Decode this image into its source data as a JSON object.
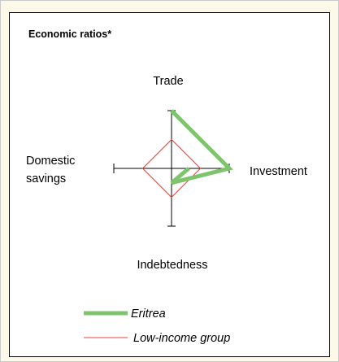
{
  "chart_data": {
    "type": "radar",
    "title": "Economic ratios*",
    "axes": [
      "Trade",
      "Investment",
      "Indebtedness",
      "Domestic savings"
    ],
    "series": [
      {
        "name": "Eritrea",
        "color": "#7dc46c",
        "values": [
          1.0,
          1.0,
          0.25,
          -0.3
        ],
        "closed": false
      },
      {
        "name": "Low-income group",
        "color": "#e8403a",
        "values": [
          0.5,
          0.5,
          0.5,
          0.5
        ],
        "closed": true
      }
    ],
    "scale": [
      -0.3,
      1.0
    ],
    "legend_position": "bottom"
  }
}
